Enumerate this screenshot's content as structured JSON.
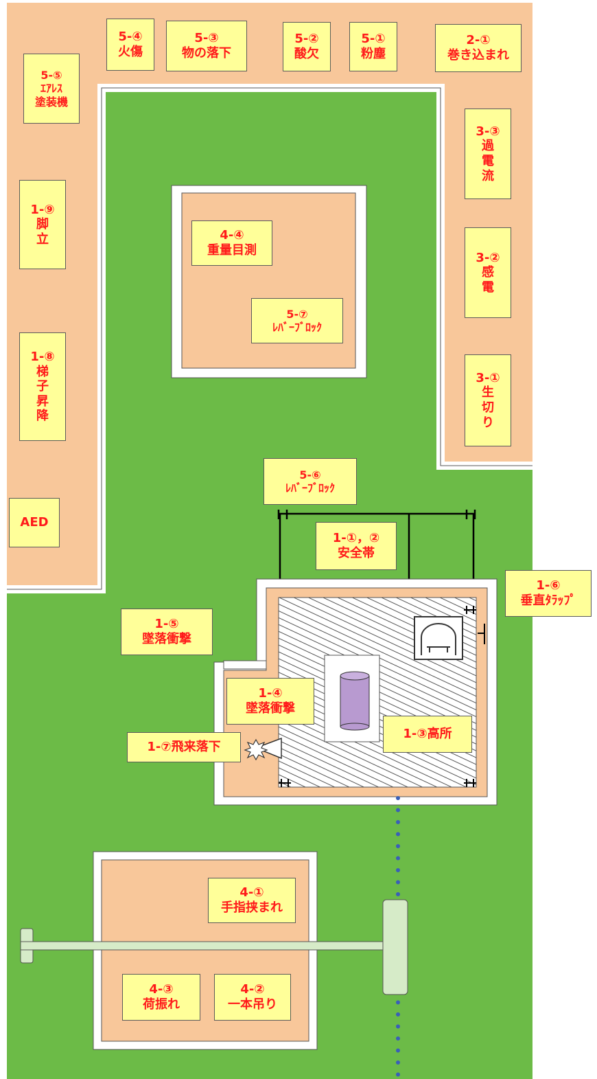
{
  "colors": {
    "orange": "#f8c79a",
    "green": "#6cbb47",
    "label_bg": "#ffff99",
    "label_text": "#ff1a1a",
    "hazard_purple": "#b89ad0",
    "crane_pale": "#d6ebc8",
    "rail_dots": "#3a5fb8"
  },
  "labels": {
    "l54": {
      "l1": "5-④",
      "l2": "火傷"
    },
    "l53": {
      "l1": "5-③",
      "l2": "物の落下"
    },
    "l52": {
      "l1": "5-②",
      "l2": "酸欠"
    },
    "l51": {
      "l1": "5-①",
      "l2": "粉塵"
    },
    "l21": {
      "l1": "2-①",
      "l2": "巻き込まれ"
    },
    "l55": {
      "l1": "5-⑤",
      "l2": "ｴｱﾚｽ",
      "l3": "塗装機"
    },
    "l33": {
      "l1": "3-③",
      "l2": "過",
      "l3": "電",
      "l4": "流"
    },
    "l19": {
      "l1": "1-⑨",
      "l2": "脚",
      "l3": "立"
    },
    "l44": {
      "l1": "4-④",
      "l2": "重量目測"
    },
    "l32": {
      "l1": "3-②",
      "l2": "感",
      "l3": "電"
    },
    "l57": {
      "l1": "5-⑦",
      "l2": "ﾚﾊﾞｰﾌﾞﾛｯｸ"
    },
    "l18": {
      "l1": "1-⑧",
      "l2": "梯",
      "l3": "子",
      "l4": "昇",
      "l5": "降"
    },
    "l31": {
      "l1": "3-①",
      "l2": "生",
      "l3": "切",
      "l4": "り"
    },
    "l56": {
      "l1": "5-⑥",
      "l2": "ﾚﾊﾞｰﾌﾞﾛｯｸ"
    },
    "aed": {
      "l1": "AED"
    },
    "l112": {
      "l1": "1-①，②",
      "l2": "安全帯"
    },
    "l16": {
      "l1": "1-⑥",
      "l2": "垂直ﾀﾗｯﾌﾟ"
    },
    "l15": {
      "l1": "1-⑤",
      "l2": "墜落衝撃"
    },
    "l14": {
      "l1": "1-④",
      "l2": "墜落衝撃"
    },
    "l13": {
      "l1": "1-③高所"
    },
    "l17": {
      "l1": "1-⑦飛来落下"
    },
    "l41": {
      "l1": "4-①",
      "l2": "手指挟まれ"
    },
    "l43": {
      "l1": "4-③",
      "l2": "荷振れ"
    },
    "l42": {
      "l1": "4-②",
      "l2": "一本吊り"
    }
  }
}
